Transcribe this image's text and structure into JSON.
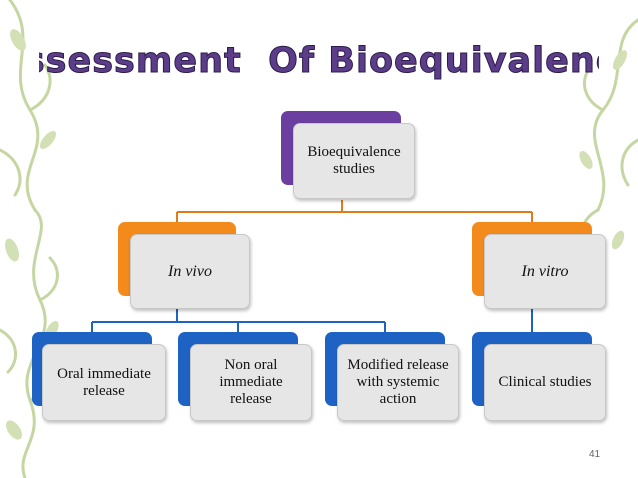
{
  "slide": {
    "title": "Assessment  Of Bioequivalence",
    "page_number": "41"
  },
  "colors": {
    "title_fill": "#5b3d8a",
    "title_outline": "#2c1c47",
    "root_accent": "#6a3fa0",
    "level1_accent": "#f28a1c",
    "level2_accent": "#1e63c4",
    "connector": "#e07b1a",
    "connector_blue": "#1e63c4",
    "box_fill": "#e6e6e6",
    "decoration": "#c5d6a2"
  },
  "diagram": {
    "root": {
      "label": "Bioequivalence studies"
    },
    "in_vivo": {
      "label": "In vivo"
    },
    "in_vitro": {
      "label": "In vitro"
    },
    "oral_immediate": {
      "label": "Oral immediate release"
    },
    "non_oral_immediate": {
      "label": "Non oral immediate release"
    },
    "modified_release": {
      "label": "Modified release with systemic action"
    },
    "clinical_studies": {
      "label": "Clinical studies"
    }
  }
}
